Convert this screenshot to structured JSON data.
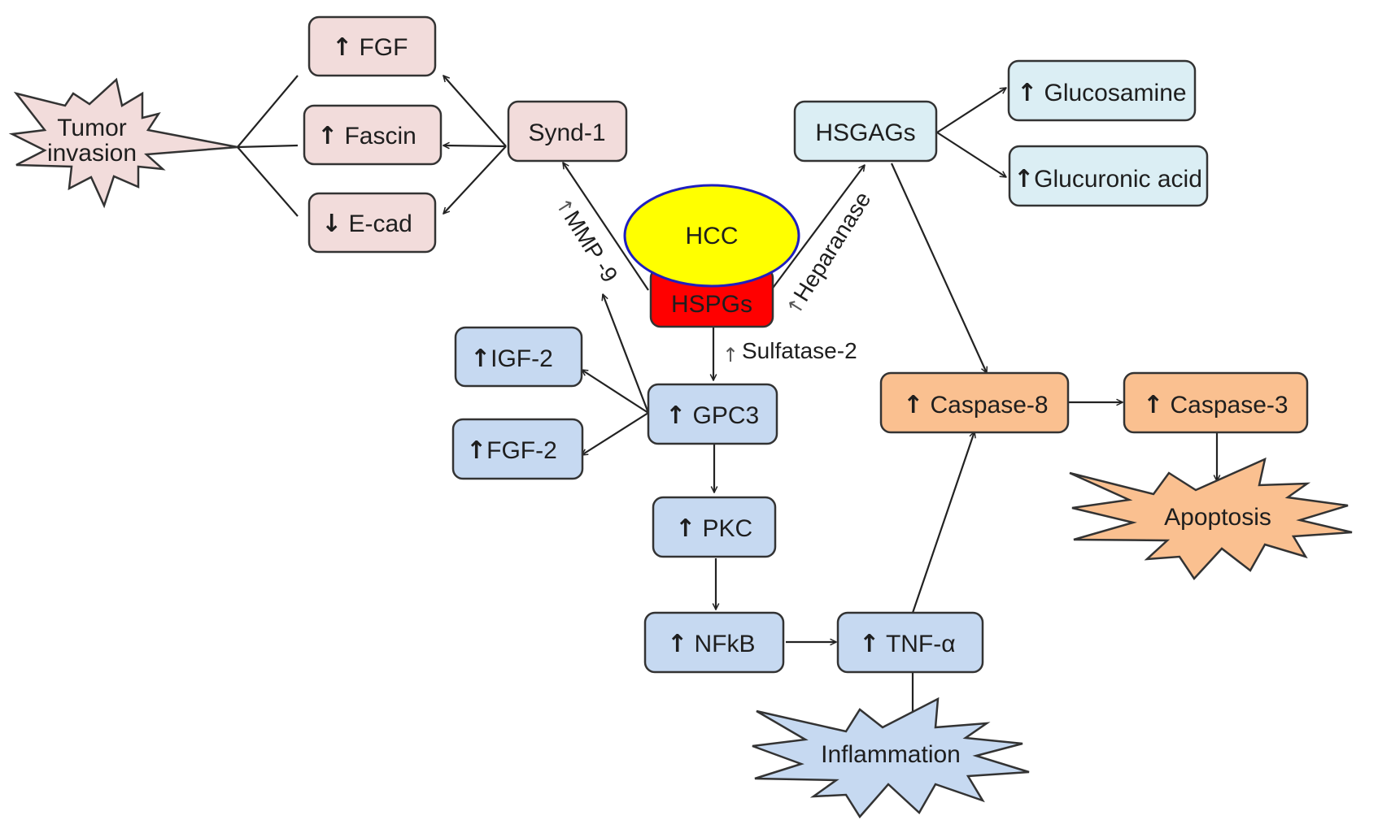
{
  "colors": {
    "pink": "#f2dcdb",
    "lightblue": "#dbeef4",
    "blue": "#c6d9f1",
    "orange": "#fac090",
    "yellow": "#ffff00",
    "yellow_border": "#1f1fbf",
    "red": "#ff0000"
  },
  "nodes": {
    "fgf": {
      "arrow": "↑",
      "label": "FGF"
    },
    "fascin": {
      "arrow": "↑",
      "label": "Fascin"
    },
    "ecad": {
      "arrow": "↓",
      "label": "E-cad"
    },
    "synd1": {
      "arrow": "",
      "label": "Synd-1"
    },
    "tumor_invasion": {
      "line1": "Tumor",
      "line2": "invasion"
    },
    "hcc": {
      "label": "HCC"
    },
    "hspgs": {
      "label": "HSPGs"
    },
    "hsgags": {
      "arrow": "",
      "label": "HSGAGs"
    },
    "glucosamine": {
      "arrow": "↑",
      "label": "Glucosamine"
    },
    "glucuronic": {
      "arrow": "↑",
      "label": "Glucuronic acid"
    },
    "igf2": {
      "arrow": "↑",
      "label": "IGF-2"
    },
    "fgf2": {
      "arrow": "↑",
      "label": "FGF-2"
    },
    "gpc3": {
      "arrow": "↑",
      "label": "GPC3"
    },
    "pkc": {
      "arrow": "↑",
      "label": "PKC"
    },
    "nfkb": {
      "arrow": "↑",
      "label": "NFkB"
    },
    "tnfa": {
      "arrow": "↑",
      "label": "TNF-α"
    },
    "caspase8": {
      "arrow": "↑",
      "label": "Caspase-8"
    },
    "caspase3": {
      "arrow": "↑",
      "label": "Caspase-3"
    },
    "apoptosis": {
      "label": "Apoptosis"
    },
    "inflammation": {
      "label": "Inflammation"
    }
  },
  "edge_labels": {
    "mmp9": {
      "arrow": "↑",
      "label": "MMP -9"
    },
    "heparanase": {
      "arrow": "↑",
      "label": "Heparanase"
    },
    "sulfatase2": {
      "arrow": "↑",
      "label": "Sulfatase-2"
    }
  }
}
